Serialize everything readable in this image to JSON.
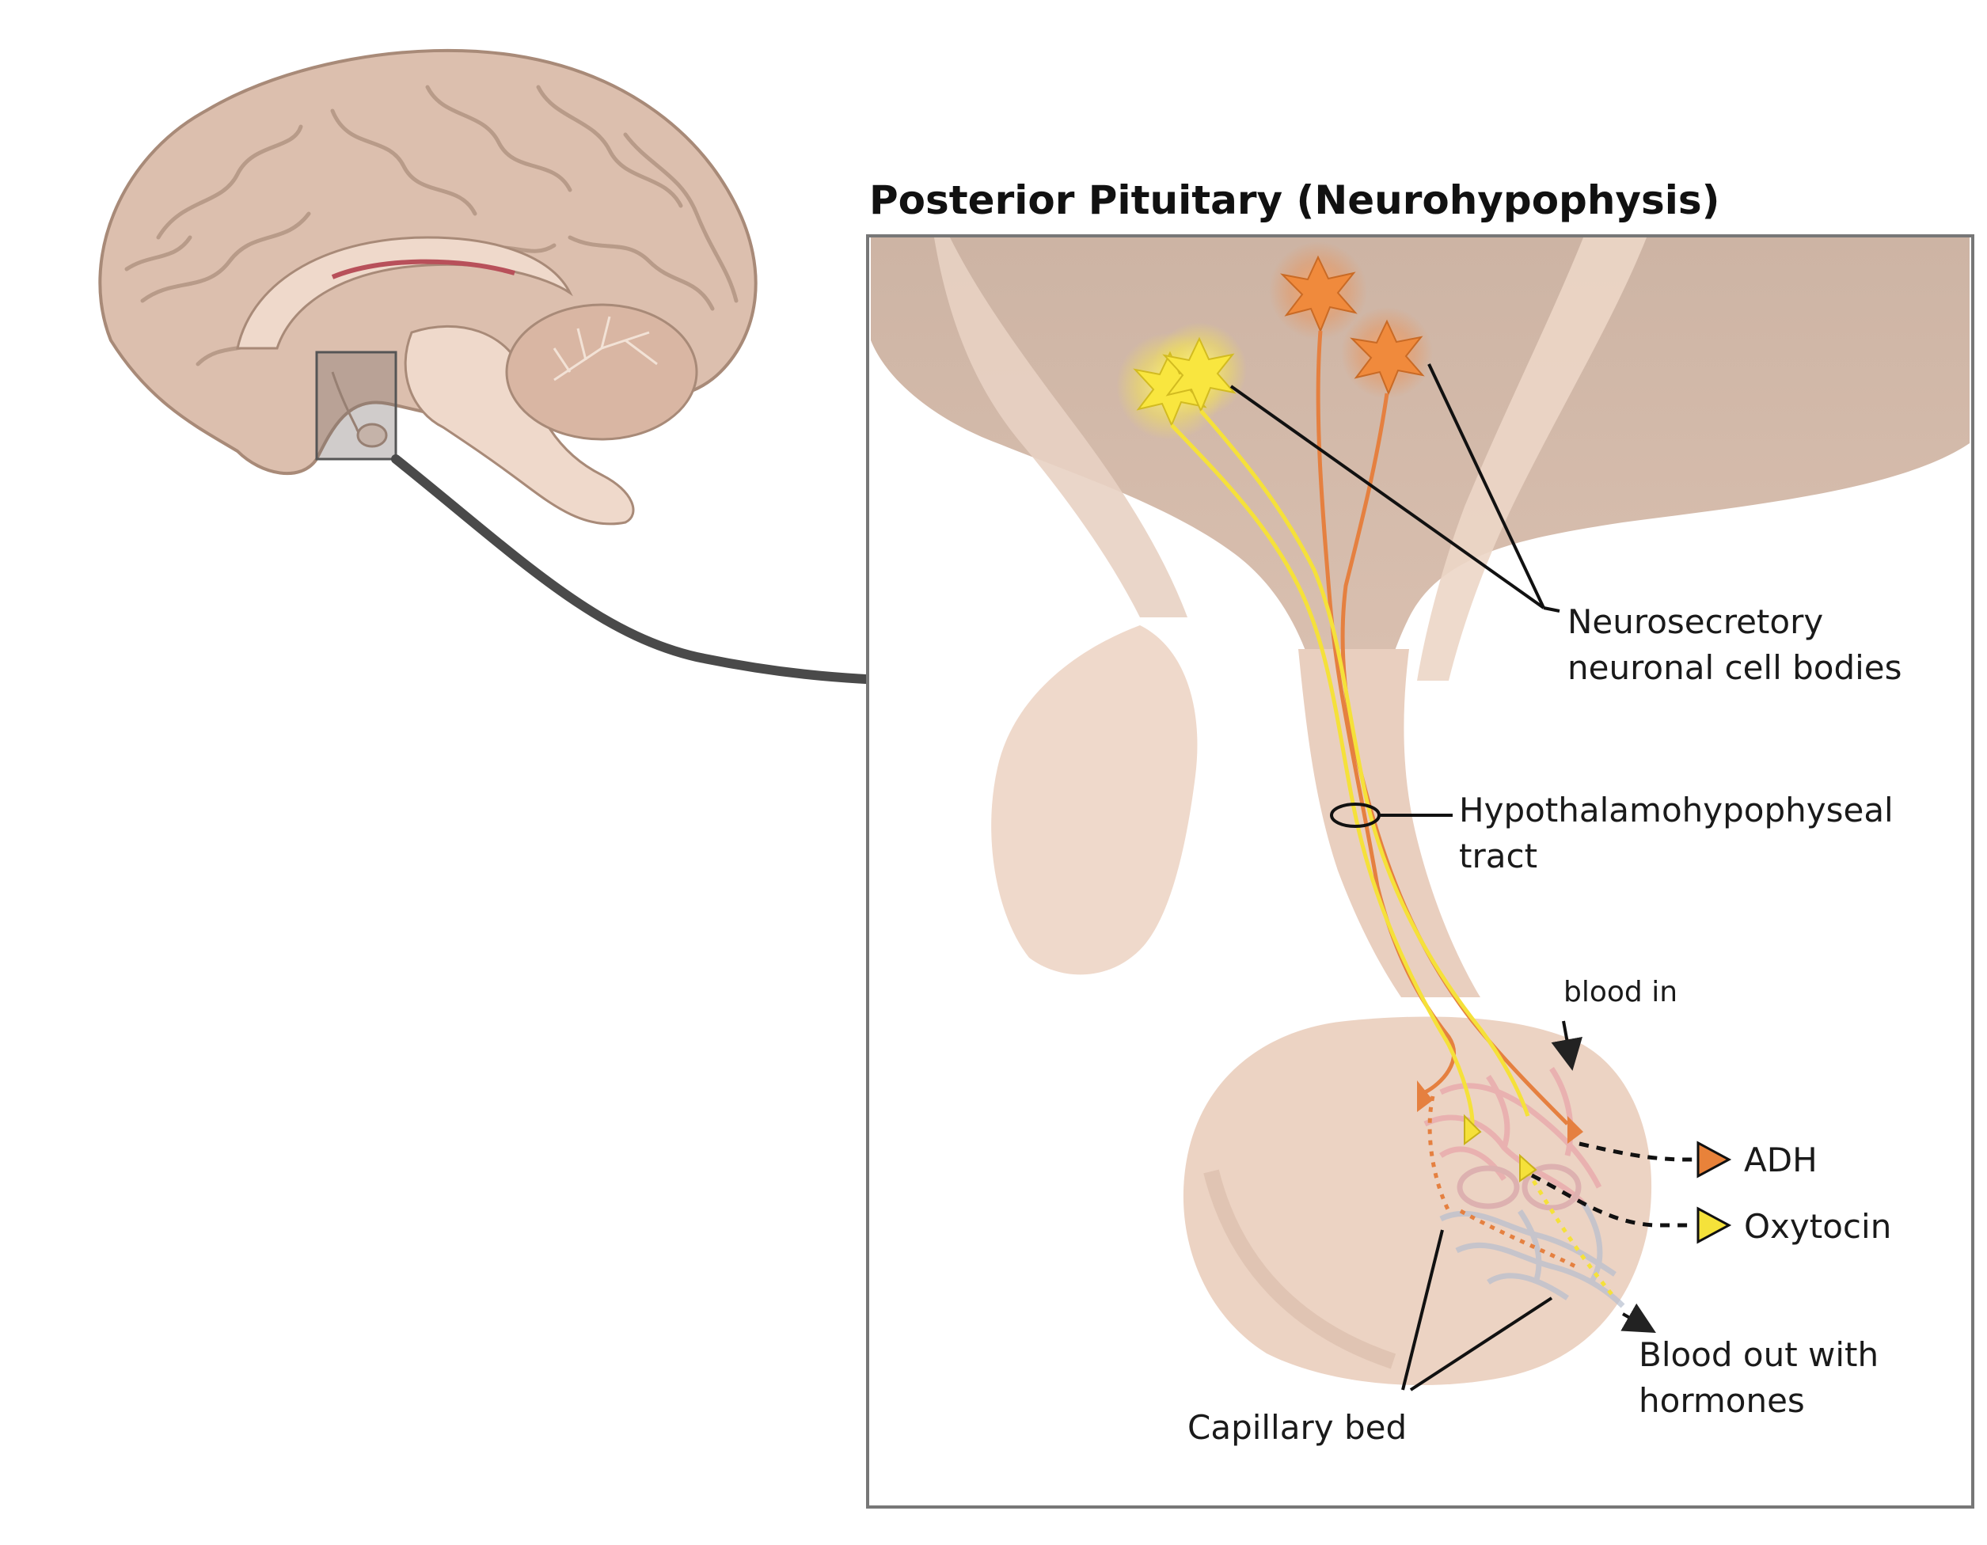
{
  "title": "Posterior Pituitary (Neurohypophysis)",
  "labels": {
    "cell_bodies_line1": "Neurosecretory",
    "cell_bodies_line2": "neuronal cell bodies",
    "tract_line1": "Hypothalamohypophyseal",
    "tract_line2": "tract",
    "blood_in": "blood in",
    "adh": "ADH",
    "oxytocin": "Oxytocin",
    "blood_out_line1": "Blood out with",
    "blood_out_line2": "hormones",
    "capillary_bed": "Capillary bed"
  },
  "colors": {
    "adh_neuron": "#e8823a",
    "oxytocin_neuron": "#f5e23a",
    "tissue": "#f0d6c7",
    "brain": "#d9b8a6",
    "frame": "#777777",
    "arrow": "#4a4a4a"
  },
  "icons": {
    "adh_marker": "orange-triangle-icon",
    "oxytocin_marker": "yellow-triangle-icon"
  }
}
